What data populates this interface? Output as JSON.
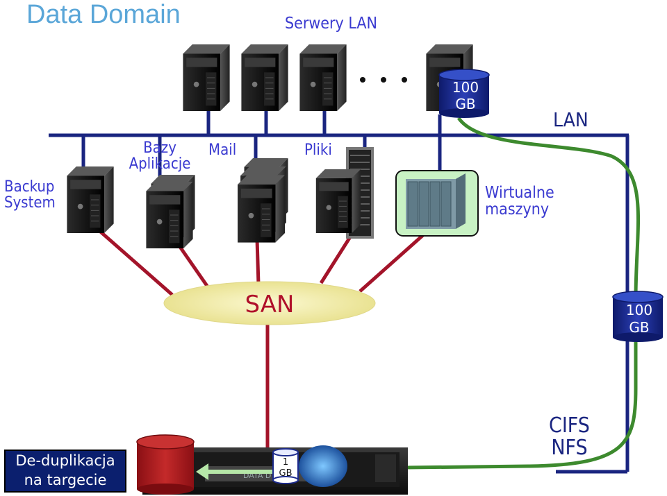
{
  "title": "Data Domain",
  "labels": {
    "lan_servers": "Serwery LAN",
    "lan": "LAN",
    "backup_system": [
      "Backup",
      "System"
    ],
    "databases_apps": [
      "Bazy",
      "Aplikacje"
    ],
    "mail": "Mail",
    "files": "Pliki",
    "virtual_machines": [
      "Wirtualne",
      "maszyny"
    ],
    "san": "SAN",
    "cifs_nfs": [
      "CIFS",
      "NFS"
    ],
    "dedup": [
      "De-duplikacja",
      "na targecie"
    ]
  },
  "storage": {
    "top": [
      "100",
      "GB"
    ],
    "right": [
      "100",
      "GB"
    ],
    "small": [
      "1",
      "GB"
    ]
  },
  "appliance_text": "DATA D",
  "colors": {
    "title": "#5aa6d8",
    "label": "#3a3ad0",
    "lan_bus": "#1a2580",
    "san_link": "#a3142a",
    "green_link": "#3d8a2e",
    "cylinder": "#1c2a8c",
    "dedup_box": "#0b1f6e",
    "san_ellipse": "#f3eeb0"
  }
}
